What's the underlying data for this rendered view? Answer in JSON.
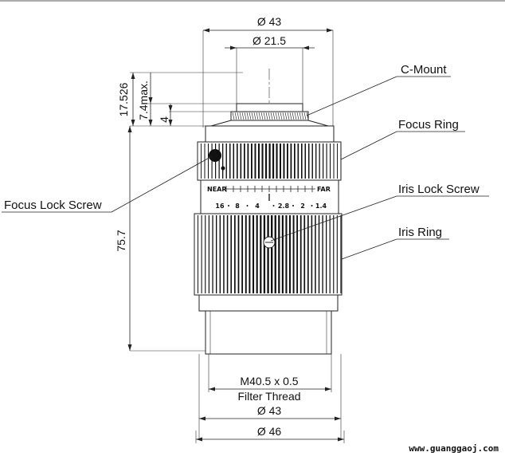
{
  "dimensions": {
    "top_outer_dia": "Ø 43",
    "top_inner_dia": "Ø 21.5",
    "height_flange": "17.526",
    "height_max": "7.4max.",
    "height_thread": "4",
    "body_length": "75.7",
    "filter_thread_size": "M40.5 x 0.5",
    "filter_thread_label": "Filter Thread",
    "bottom_dia_inner": "Ø 43",
    "bottom_dia_outer": "Ø 46"
  },
  "callouts": {
    "c_mount": "C-Mount",
    "focus_ring": "Focus Ring",
    "focus_lock_screw": "Focus Lock Screw",
    "iris_lock_screw": "Iris Lock Screw",
    "iris_ring": "Iris Ring"
  },
  "lens_markings": {
    "near": "NEAR",
    "far": "FAR",
    "f_stops": [
      "16",
      "8",
      "4",
      "2.8",
      "2",
      "1.4"
    ]
  },
  "watermark": "www.guanggaoj.com"
}
